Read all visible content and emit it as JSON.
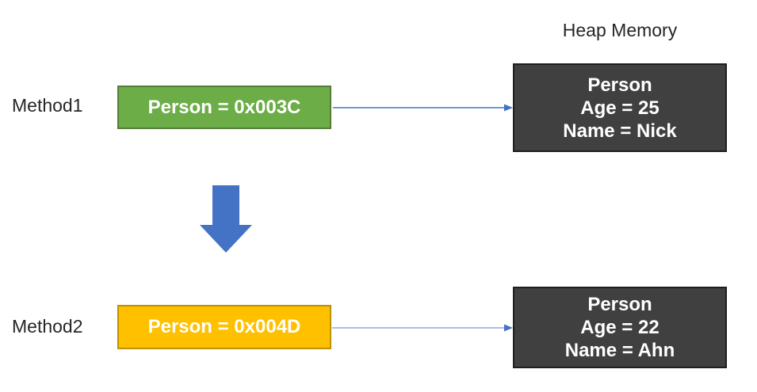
{
  "diagram": {
    "heap_title": "Heap Memory",
    "rows": [
      {
        "method_label": "Method1",
        "pointer_text": "Person = 0x003C",
        "pointer_fill": "#6CAD47",
        "pointer_border": "#537E33",
        "heap_lines": [
          "Person",
          "Age = 25",
          "Name = Nick"
        ]
      },
      {
        "method_label": "Method2",
        "pointer_text": "Person = 0x004D",
        "pointer_fill": "#FFC000",
        "pointer_border": "#BD9000",
        "heap_lines": [
          "Person",
          "Age = 22",
          "Name = Ahn"
        ]
      }
    ],
    "colors": {
      "heap_box_fill": "#404040",
      "heap_box_border": "#1E1E1E",
      "arrow_primary": "#4472C4",
      "arrow_secondary": "#8FAADC",
      "label_text": "#262626",
      "box_text": "#FFFFFF"
    }
  }
}
